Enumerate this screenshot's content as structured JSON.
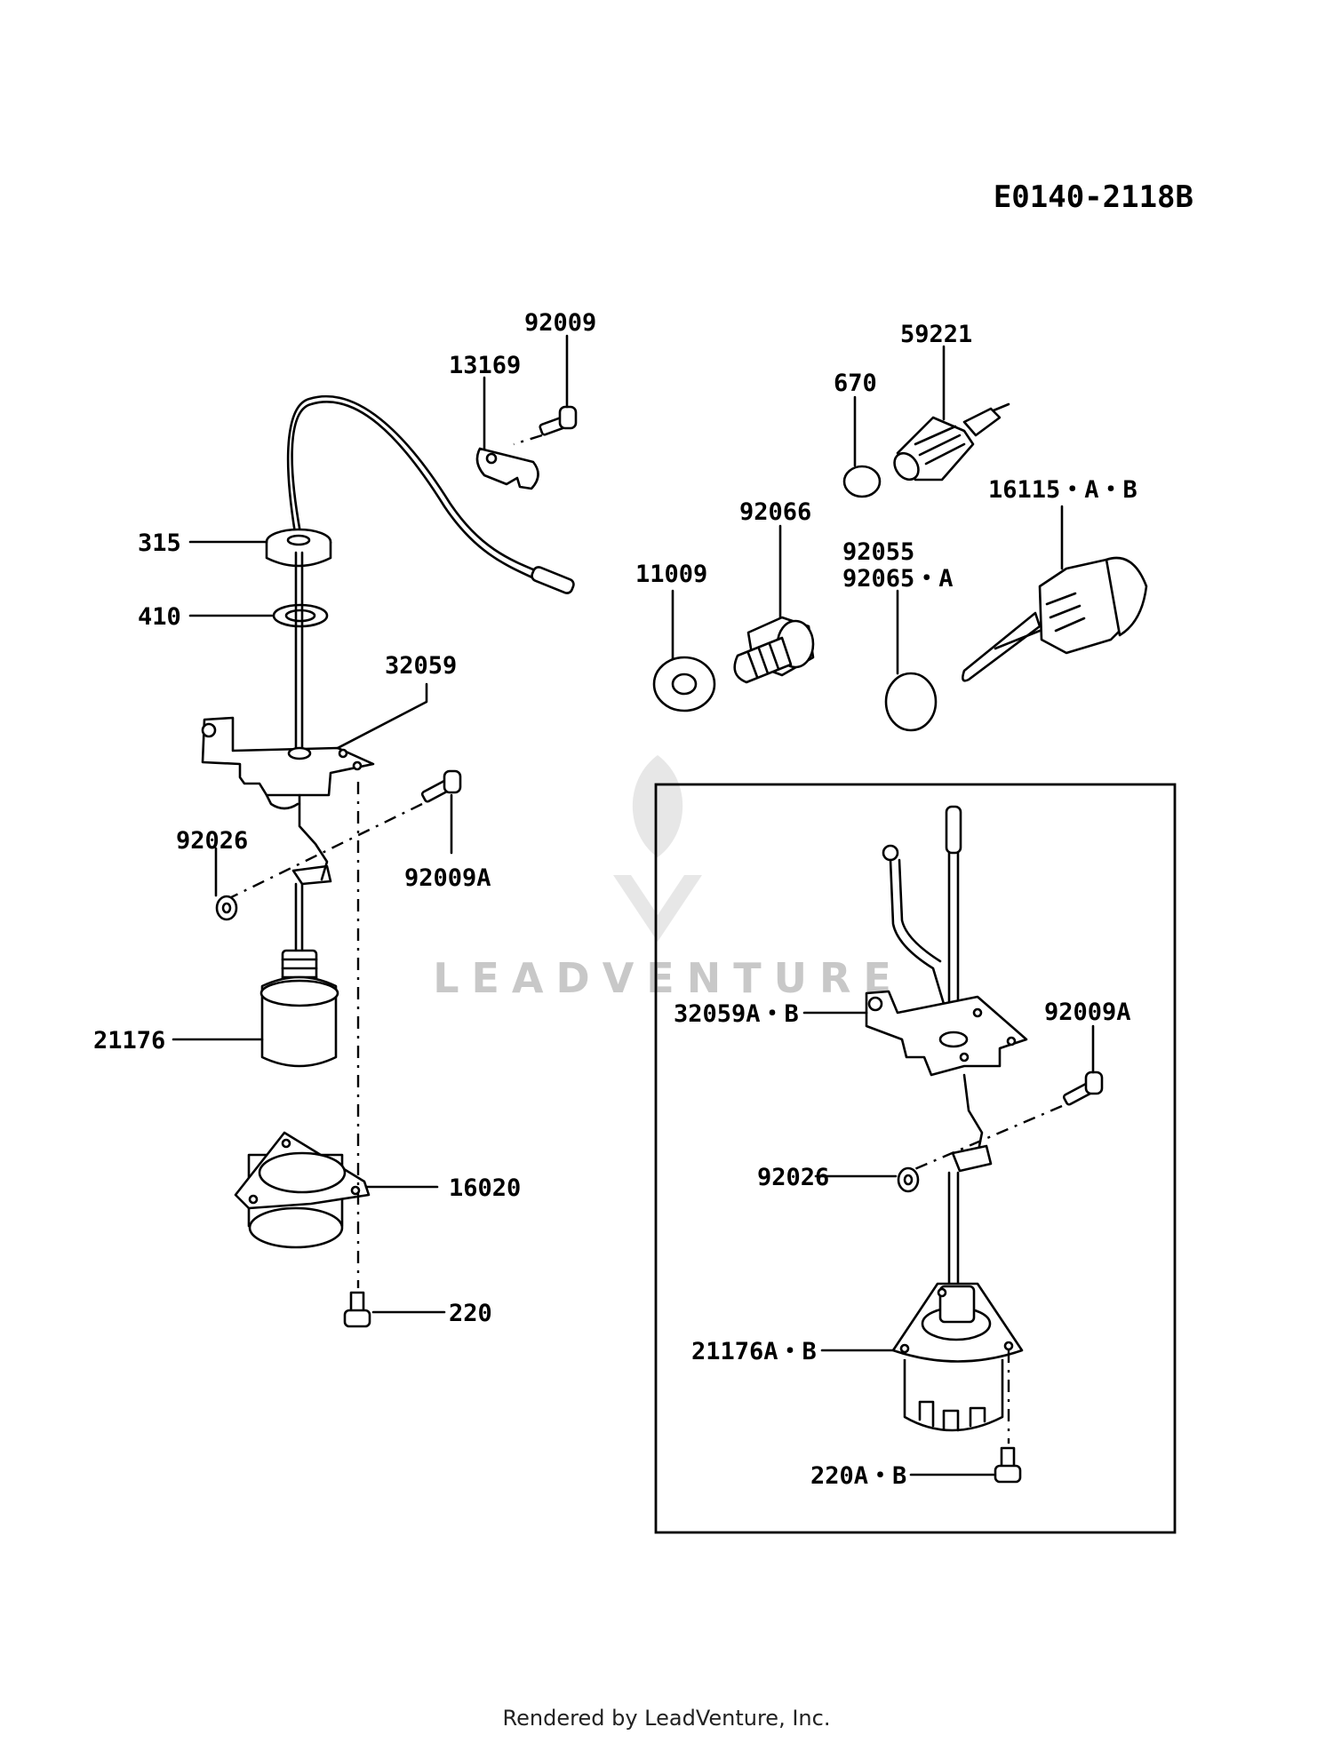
{
  "diagram_code": "E0140-2118B",
  "watermark": "LEADVENTURE",
  "footer": "Rendered by LeadVenture, Inc.",
  "labels": {
    "l92009": "92009",
    "l13169": "13169",
    "l315": "315",
    "l410": "410",
    "l32059": "32059",
    "l92026": "92026",
    "l92009A": "92009A",
    "l21176": "21176",
    "l16020": "16020",
    "l220": "220",
    "l59221": "59221",
    "l670": "670",
    "l16115": "16115・A・B",
    "l92066": "92066",
    "l11009": "11009",
    "l92055": "92055",
    "l92065": "92065・A",
    "l32059AB": "32059A・B",
    "l92009A_inset": "92009A",
    "l92026_inset": "92026",
    "l21176AB": "21176A・B",
    "l220AB": "220A・B"
  }
}
